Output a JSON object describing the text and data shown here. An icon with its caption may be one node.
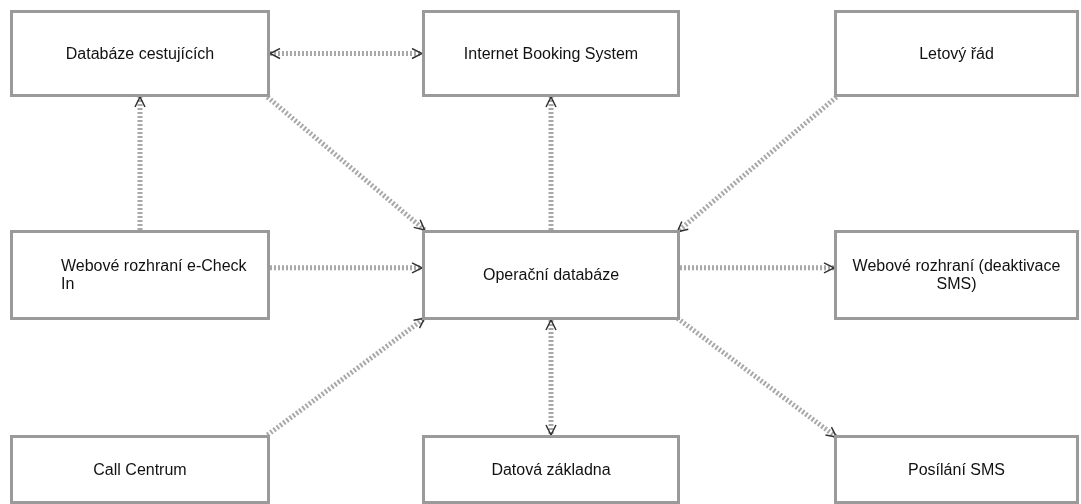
{
  "diagram": {
    "nodes": [
      {
        "text": [
          "Databáze cestujících"
        ]
      },
      {
        "text": [
          "Internet Booking System"
        ]
      },
      {
        "text": [
          "Letový řád"
        ]
      },
      {
        "text": [
          "Webové rozhraní e-Check In"
        ]
      },
      {
        "text": [
          "Operační databáze"
        ]
      },
      {
        "text": [
          "Webové rozhraní (deaktivace SMS)"
        ]
      },
      {
        "text": [
          "Call Centrum"
        ]
      },
      {
        "text": [
          "Datová základna"
        ]
      },
      {
        "text": [
          "Posílání SMS"
        ]
      }
    ],
    "edges": [
      {
        "from": 0,
        "to": 1,
        "arrow": "both",
        "style": "dashed"
      },
      {
        "from": 0,
        "to": 4,
        "arrow": "to",
        "style": "dashed"
      },
      {
        "from": 3,
        "to": 0,
        "arrow": "to",
        "style": "dashed"
      },
      {
        "from": 4,
        "to": 1,
        "arrow": "to",
        "style": "dashed"
      },
      {
        "from": 2,
        "to": 4,
        "arrow": "to",
        "style": "dashed"
      },
      {
        "from": 3,
        "to": 4,
        "arrow": "to",
        "style": "dashed"
      },
      {
        "from": 4,
        "to": 5,
        "arrow": "to",
        "style": "dashed"
      },
      {
        "from": 6,
        "to": 4,
        "arrow": "to",
        "style": "dashed"
      },
      {
        "from": 4,
        "to": 7,
        "arrow": "both",
        "style": "dashed"
      },
      {
        "from": 4,
        "to": 8,
        "arrow": "to",
        "style": "dashed"
      }
    ]
  }
}
